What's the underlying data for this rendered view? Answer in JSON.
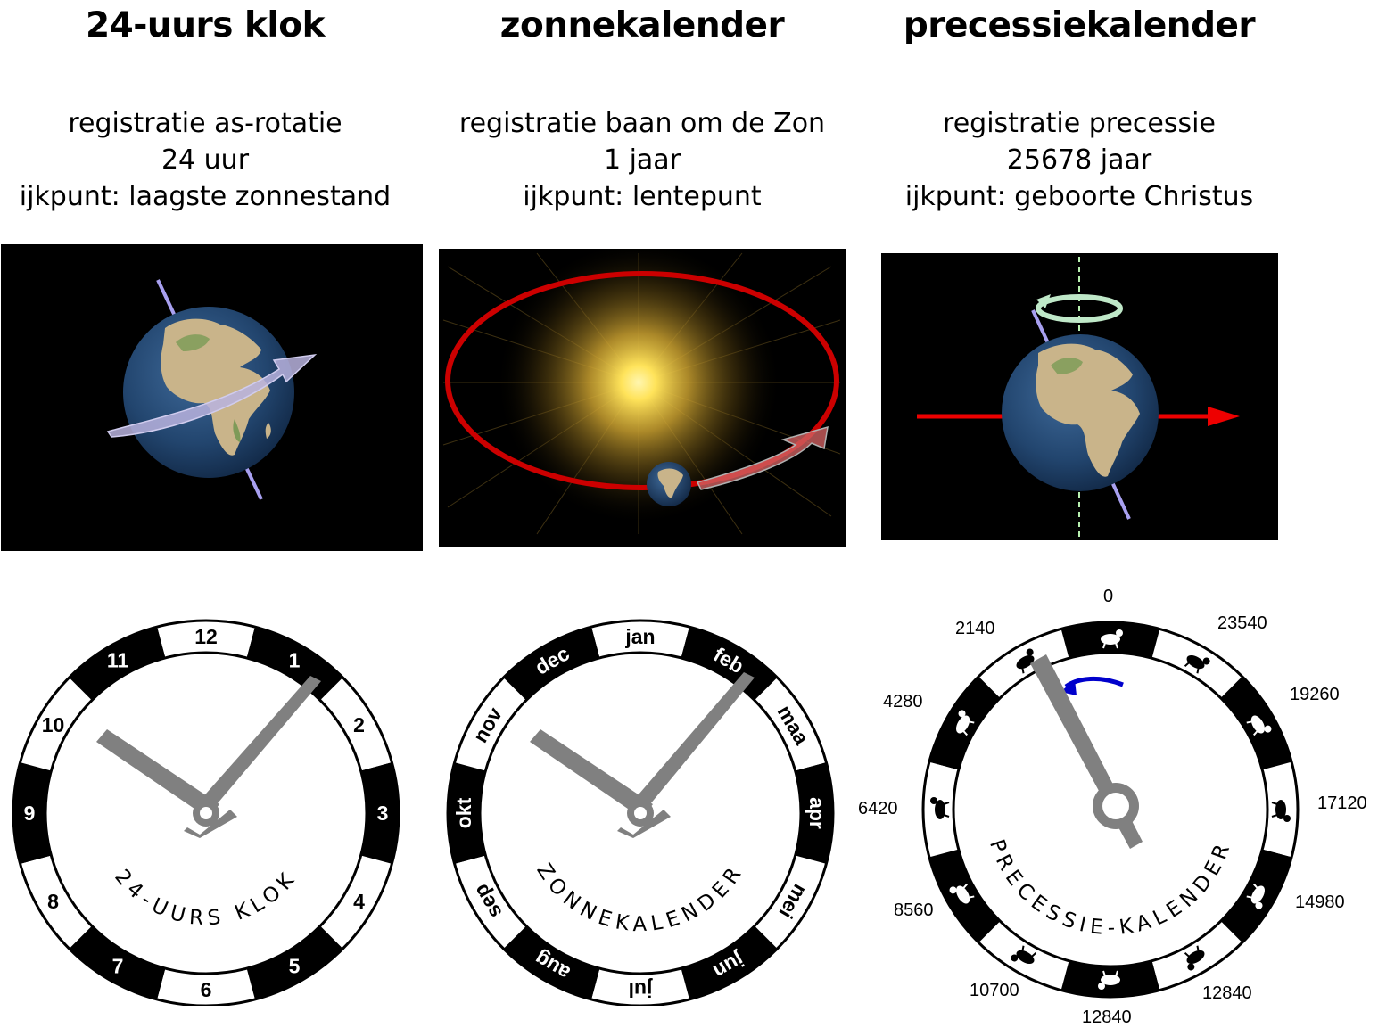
{
  "columns": [
    {
      "title": "24-uurs klok",
      "lines": [
        "registratie as-rotatie",
        "24 uur",
        "ijkpunt: laagste zonnestand"
      ]
    },
    {
      "title": "zonnekalender",
      "lines": [
        "registratie baan om de Zon",
        "1 jaar",
        "ijkpunt: lentepunt"
      ]
    },
    {
      "title": "precessiekalender",
      "lines": [
        "registratie precessie",
        "25678 jaar",
        "ijkpunt: geboorte Christus"
      ]
    }
  ],
  "clock": {
    "word": "24-UURS KLOK",
    "labels": [
      "12",
      "1",
      "2",
      "3",
      "4",
      "5",
      "6",
      "7",
      "8",
      "9",
      "10",
      "11"
    ]
  },
  "sun_calendar": {
    "word": "ZONNEKALENDER",
    "labels": [
      "jan",
      "feb",
      "maa",
      "apr",
      "mei",
      "jun",
      "jul",
      "aug",
      "sep",
      "okt",
      "nov",
      "dec"
    ]
  },
  "precession_calendar": {
    "word": "PRECESSIE-KALENDER",
    "year_labels": [
      "0",
      "23540",
      "19260",
      "17120",
      "14980",
      "12840",
      "12840",
      "10700",
      "8560",
      "6420",
      "4280",
      "2140"
    ],
    "sign_icons": [
      "aries-icon",
      "pisces-icon",
      "aquarius-icon",
      "capricorn-icon",
      "sagittarius-icon",
      "scorpio-icon",
      "libra-icon",
      "virgo-icon",
      "leo-icon",
      "cancer-icon",
      "gemini-icon",
      "taurus-icon"
    ]
  },
  "colors": {
    "orbit": "#cc0000",
    "axis": "#a8a0f0",
    "precession_arrow": "#ee0000",
    "rotation_ring": "#bfe8c8",
    "hand": "#808080",
    "precession_hint_arrow": "#0000cc"
  }
}
